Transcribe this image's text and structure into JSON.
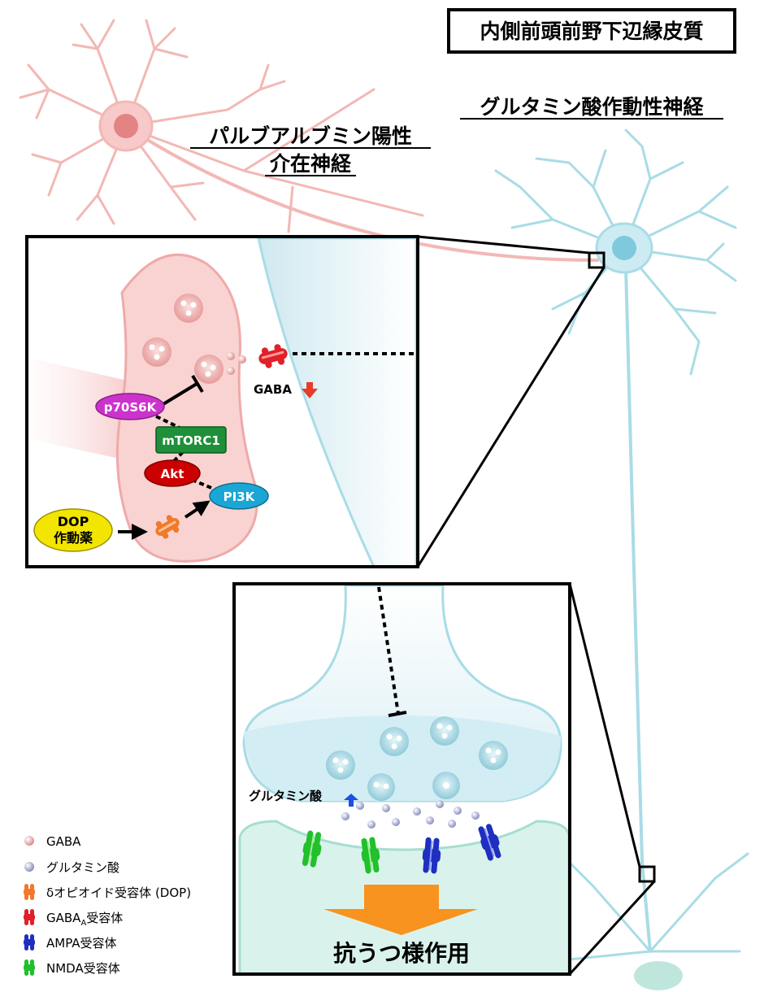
{
  "region_title": "内側前頭前野下辺縁皮質",
  "glutamate_neuron_label": "グルタミン酸作動性神経",
  "pv_neuron_label_line1": "パルブアルブミン陽性",
  "pv_neuron_label_line2": "介在神経",
  "pathway": {
    "p70s6k": "p70S6K",
    "mtorc1": "mTORC1",
    "akt": "Akt",
    "pi3k": "PI3K",
    "dop_agonist_line1": "DOP",
    "dop_agonist_line2": "作動薬"
  },
  "gaba_change": "GABA",
  "glutamate_change": "グルタミン酸",
  "effect_label": "抗うつ様作用",
  "legend": [
    {
      "label": "GABA"
    },
    {
      "label": "グルタミン酸"
    },
    {
      "label": "δオピオイド受容体 (DOP)"
    },
    {
      "label_main": "GABA",
      "label_sub": "A",
      "label_tail": "受容体"
    },
    {
      "label": "AMPA受容体"
    },
    {
      "label": "NMDA受容体"
    }
  ],
  "colors": {
    "pv_neuron": "#f2b8b5",
    "glutamate_neuron": "#a9dce6",
    "p70s6k": "#cc33cc",
    "mtorc1": "#1f8f3a",
    "akt": "#cc0000",
    "pi3k": "#1aa7d6",
    "dop_agonist": "#f2e600",
    "dop_receptor": "#f07a2c",
    "gaba_a_receptor": "#e0202a",
    "ampa_receptor": "#1f2fc0",
    "nmda_receptor": "#22c02a",
    "effect_arrow": "#f7931e"
  }
}
